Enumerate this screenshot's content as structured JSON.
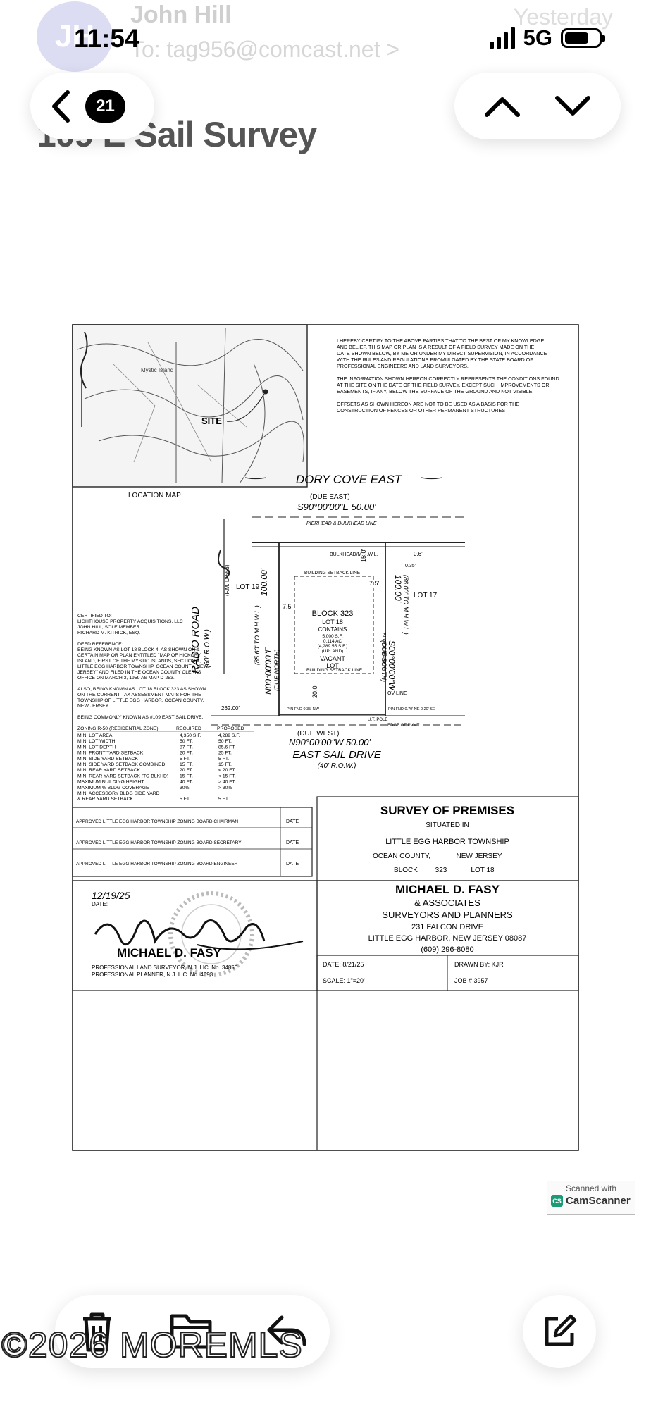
{
  "status_bar": {
    "time": "11:54",
    "network": "5G"
  },
  "email": {
    "avatar_initials": "JH",
    "sender": "John Hill",
    "recipient": "To: tag956@comcast.net >",
    "received": "Yesterday",
    "subject": "109 E Sail Survey"
  },
  "nav": {
    "back_count": "21"
  },
  "survey": {
    "certification": [
      "I HEREBY CERTIFY TO THE ABOVE PARTIES THAT TO THE BEST OF MY KNOWLEDGE",
      "AND BELIEF, THIS MAP OR PLAN IS A RESULT OF A FIELD SURVEY MADE ON THE",
      "DATE SHOWN BELOW, BY ME OR UNDER MY DIRECT SUPERVISION, IN ACCORDANCE",
      "WITH THE RULES AND REGULATIONS PROMULGATED BY THE STATE BOARD OF",
      "PROFESSIONAL ENGINEERS AND LAND SURVEYORS.",
      "",
      "THE INFORMATION SHOWN HEREON CORRECTLY REPRESENTS THE CONDITIONS FOUND",
      "AT THE SITE ON THE DATE OF THE FIELD SURVEY, EXCEPT SUCH IMPROVEMENTS OR",
      "EASEMENTS, IF ANY, BELOW THE SURFACE OF THE GROUND AND NOT VISIBLE.",
      "",
      "OFFSETS AS SHOWN HEREON ARE NOT TO BE USED AS A BASIS FOR THE",
      "CONSTRUCTION OF FENCES OR OTHER PERMANENT STRUCTURES"
    ],
    "location_map": {
      "site_label": "SITE",
      "island_label": "Mystic Island",
      "caption": "LOCATION MAP"
    },
    "plot": {
      "north_street": "DORY COVE EAST",
      "north_bearing_note": "(DUE EAST)",
      "north_bearing": "S90°00'00\"E   50.00'",
      "bulkhead_line": "PIERHEAD & BULKHEAD LINE",
      "bulkhead_mhwl": "BULKHEAD/M.H.W.L.",
      "setback_line": "BUILDING SETBACK LINE",
      "dist_15": "15.0'",
      "dist_75a": "7.5'",
      "dist_75b": "7.5'",
      "dist_20": "20.0'",
      "dist_262": "262.00'",
      "dist_06": "0.6'",
      "dist_035": "0.35'",
      "lot_19": "LOT 19",
      "lot_17": "LOT 17",
      "fm_note": "(F.M. D-553)",
      "west_len": "100.00'",
      "west_mhwl": "(85.60' TO M.H.W.L.)",
      "west_bearing": "N00°00'00\"E",
      "west_due": "(DUE NORTH)",
      "east_len": "100.00'",
      "east_mhwl": "(86.00' TO M.H.W.L.)",
      "east_bearing": "S00°00'00\"W",
      "east_due": "(DUE SOUTH)",
      "block_label": "BLOCK 323",
      "lot_label": "LOT 18",
      "contains": "CONTAINS",
      "area_sf": "5,000 S.F.",
      "area_ac": "0.114 AC",
      "area_upland": "(4,289.55 S.F.)",
      "upland": "(UPLAND)",
      "vacant": "VACANT",
      "lot_word": "LOT",
      "radio_road": "RADIO ROAD",
      "radio_row": "(60' R.O.W.)",
      "edge_pavement": "EDGE OF PVMT.",
      "south_due": "(DUE WEST)",
      "south_bearing": "N90°00'00\"W   50.00'",
      "south_street": "EAST SAIL DRIVE",
      "south_row": "(40' R.O.W.)",
      "block_marker": "BLOCK MARKER",
      "ov_line": "OV-LINE",
      "ut_pole": "U.T. POLE",
      "pin_fnd_left": "PIN FND 0.35' NW",
      "pin_fnd_right": "PIN FND 0.70' NE 0.20' SE"
    },
    "certified_to": [
      "CERTIFIED TO:",
      "LIGHTHOUSE PROPERTY ACQUISITIONS, LLC",
      "JOHN HILL, SOLE MEMBER",
      "RICHARD M. KITRICK, ESQ.",
      "",
      "DEED REFERENCE:",
      "BEING KNOWN AS LOT 18 BLOCK 4, AS SHOWN ON A",
      "CERTAIN MAP OR PLAN ENTITLED \"MAP OF HICKORY",
      "ISLAND, FIRST OF THE MYSTIC ISLANDS, SECTION A,",
      "LITTLE EGG HARBOR TOWNSHIP, OCEAN COUNTY, NEW",
      "JERSEY\" AND FILED IN THE OCEAN COUNTY CLERKS",
      "OFFICE ON MARCH 3, 1959 AS MAP D-253.",
      "",
      "ALSO, BEING KNOWN AS LOT 18 BLOCK 323 AS SHOWN",
      "ON THE CURRENT TAX ASSESSMENT MAPS FOR THE",
      "TOWNSHIP OF LITTLE EGG HARBOR, OCEAN COUNTY,",
      "NEW JERSEY.",
      "",
      "BEING COMMONLY KNOWN AS #109 EAST SAIL DRIVE."
    ],
    "zoning": {
      "header": [
        "ZONING R-50 (RESIDENTIAL ZONE)",
        "REQUIRED",
        "PROPOSED"
      ],
      "rows": [
        [
          "MIN. LOT AREA",
          "4,350 S.F.",
          "4,289 S.F."
        ],
        [
          "MIN. LOT WIDTH",
          "50 FT.",
          "50 FT."
        ],
        [
          "MIN. LOT DEPTH",
          "87 FT.",
          "85.6 FT."
        ],
        [
          "MIN. FRONT YARD SETBACK",
          "20 FT.",
          "25 FT."
        ],
        [
          "MIN. SIDE YARD SETBACK",
          "5 FT.",
          "5 FT."
        ],
        [
          "MIN. SIDE YARD SETBACK COMBINED",
          "15 FT.",
          "15 FT."
        ],
        [
          "MIN. REAR YARD SETBACK",
          "20 FT.",
          "< 20 FT."
        ],
        [
          "MIN. REAR YARD SETBACK (TO BLKHD)",
          "15 FT.",
          "< 15 FT."
        ],
        [
          "MAXIMUM BUILDING HEIGHT",
          "40 FT.",
          "> 40 FT."
        ],
        [
          "MAXIMUM % BLDG COVERAGE",
          "30%",
          "> 30%"
        ],
        [
          "MIN. ACCESSORY BLDG SIDE YARD",
          "",
          ""
        ],
        [
          "& REAR YARD SETBACK",
          "5 FT.",
          "5 FT."
        ]
      ]
    },
    "approvals": [
      {
        "label": "APPROVED LITTLE EGG HARBOR TOWNSHIP ZONING BOARD CHAIRMAN",
        "date": "DATE"
      },
      {
        "label": "APPROVED LITTLE EGG HARBOR TOWNSHIP ZONING BOARD SECRETARY",
        "date": "DATE"
      },
      {
        "label": "APPROVED LITTLE EGG HARBOR TOWNSHIP ZONING BOARD ENGINEER",
        "date": "DATE"
      }
    ],
    "title_block": {
      "title": "SURVEY OF PREMISES",
      "situated": "SITUATED IN",
      "township": "LITTLE EGG HARBOR TOWNSHIP",
      "county": "OCEAN COUNTY,",
      "state": "NEW JERSEY",
      "block": "BLOCK",
      "block_no": "323",
      "lot": "LOT 18"
    },
    "firm": {
      "name": "MICHAEL D. FASY",
      "associates": "& ASSOCIATES",
      "services": "SURVEYORS AND PLANNERS",
      "street": "231 FALCON DRIVE",
      "city": "LITTLE EGG HARBOR, NEW JERSEY 08087",
      "phone": "(609) 296-8080"
    },
    "meta": {
      "date": "DATE: 8/21/25",
      "scale": "SCALE: 1\"=20'",
      "drawn": "DRAWN BY: KJR",
      "job": "JOB # 3957"
    },
    "signature": {
      "date_hand": "12/19/25",
      "date_label": "DATE:",
      "name": "MICHAEL D. FASY",
      "license1": "PROFESSIONAL LAND SURVEYOR, N.J. LIC. No. 34850",
      "license2": "PROFESSIONAL PLANNER, N.J. LIC. No. 4693"
    }
  },
  "scanner": {
    "line1": "Scanned with",
    "brand": "CamScanner",
    "logo": "CS"
  },
  "watermark": "©2026 MOREMLS",
  "icons": {
    "back": "chevron-left-icon",
    "up": "chevron-up-icon",
    "down": "chevron-down-icon",
    "trash": "trash-icon",
    "folder": "folder-icon",
    "reply": "reply-icon",
    "compose": "compose-icon"
  }
}
